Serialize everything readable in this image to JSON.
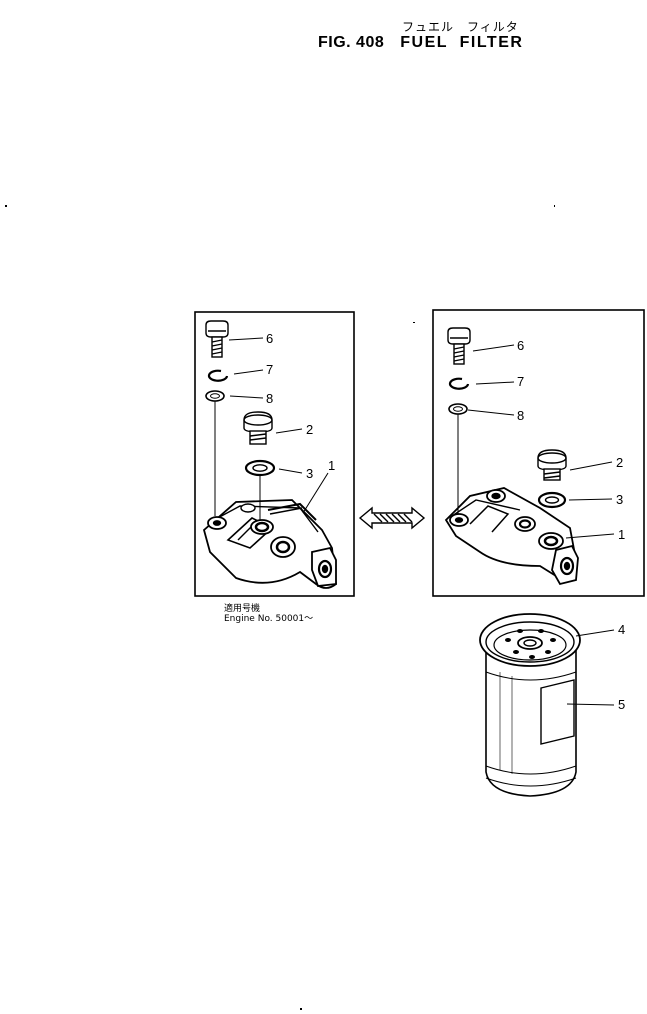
{
  "header": {
    "kana_title": "フュエル　フィルタ",
    "fig_number": "FIG. 408",
    "fig_name": "FUEL  FILTER"
  },
  "left_panel": {
    "note_jp": "適用号機",
    "note_en": "Engine  No. 50001～",
    "callouts": [
      "6",
      "7",
      "8",
      "2",
      "3",
      "1"
    ]
  },
  "right_panel": {
    "callouts": [
      "6",
      "7",
      "8",
      "2",
      "3",
      "1"
    ]
  },
  "filter": {
    "callouts": [
      "4",
      "5"
    ]
  }
}
